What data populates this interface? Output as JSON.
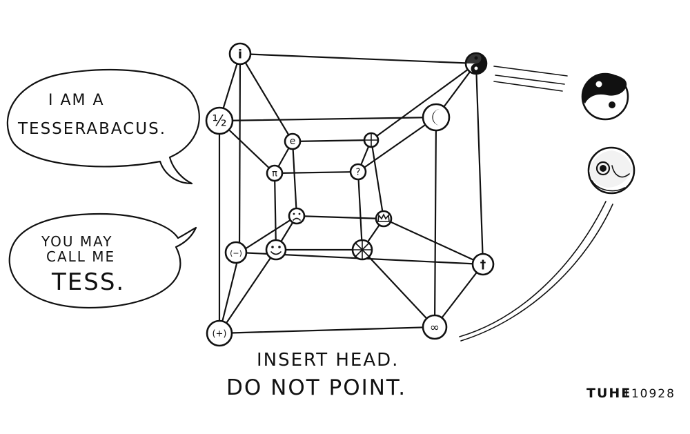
{
  "speech_bubbles": {
    "top": {
      "line1": "I AM A",
      "line2": "TESSERABACUS."
    },
    "bottom": {
      "line1": "YOU MAY",
      "line2": "CALL ME",
      "line3": "TESS."
    }
  },
  "caption": {
    "line1": "INSERT HEAD.",
    "line2": "DO NOT POINT."
  },
  "signature": {
    "mark": "TUHE",
    "date": "110928"
  },
  "beads": {
    "outer_top_left": "i",
    "outer_mid_left": "½",
    "outer_lower_left": "(−)",
    "outer_bottom_left": "(+)",
    "outer_top_right_icon": "yin-yang-icon",
    "outer_mid_right_icon": "crescent-moon-icon",
    "outer_lower_right": "†",
    "outer_bottom_right": "∞",
    "inner_e": "e",
    "inner_pi": "π",
    "inner_question": "?",
    "inner_frown_icon": "frown-face-icon",
    "inner_smile_icon": "smile-face-icon",
    "inner_crown_icon": "crown-icon",
    "inner_asterisk_icon": "asterisk-wheel-icon",
    "inner_cross_icon": "crossed-circle-icon"
  },
  "floating_beads": [
    "yin-yang-icon",
    "eye-wave-icon"
  ]
}
